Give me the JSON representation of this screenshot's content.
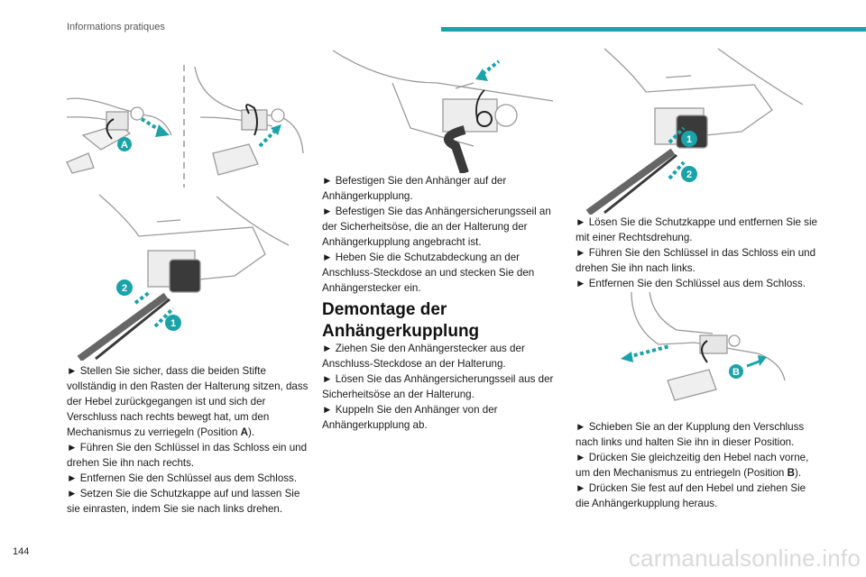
{
  "header": {
    "title": "Informations pratiques"
  },
  "page_number": "144",
  "watermark": "carmanualsonline.info",
  "colors": {
    "accent": "#1aa3a8",
    "badge": "#1aa3a8"
  },
  "badges": {
    "a": "A",
    "b": "B",
    "one": "1",
    "two": "2"
  },
  "left_column": {
    "items": [
      "► Stellen Sie sicher, dass die beiden Stifte vollständig in den Rasten der Halterung sitzen, dass der Hebel zurückgegangen ist und sich der Verschluss nach rechts bewegt hat, um den Mechanismus zu verriegeln (Position ",
      "► Führen Sie den Schlüssel in das Schloss ein und drehen Sie ihn nach rechts.",
      "► Entfernen Sie den Schlüssel aus dem Schloss.",
      "► Setzen Sie die Schutzkappe auf und lassen Sie sie einrasten, indem Sie sie nach links drehen."
    ],
    "pos_letter": "A",
    "pos_suffix": ")."
  },
  "middle_column": {
    "items": [
      "► Befestigen Sie den Anhänger auf der Anhängerkupplung.",
      "► Befestigen Sie das Anhängersicherungsseil an der Sicherheitsöse, die an der Halterung der Anhängerkupplung angebracht ist.",
      "► Heben Sie die Schutzabdeckung an der Anschluss-Steckdose an und stecken Sie den Anhängerstecker ein."
    ],
    "section_title": "Demontage der Anhängerkupplung",
    "section_items": [
      "► Ziehen Sie den Anhängerstecker aus der Anschluss-Steckdose an der Halterung.",
      "► Lösen Sie das Anhängersicherungsseil aus der Sicherheitsöse an der Halterung.",
      "► Kuppeln Sie den Anhänger von der Anhängerkupplung ab."
    ]
  },
  "right_column": {
    "items": [
      "► Lösen Sie die Schutzkappe und entfernen Sie sie mit einer Rechtsdrehung.",
      "► Führen Sie den Schlüssel in das Schloss ein und drehen Sie ihn nach links.",
      "► Entfernen Sie den Schlüssel aus dem Schloss."
    ],
    "items2": [
      "► Schieben Sie an der Kupplung den Verschluss nach links und halten Sie ihn in dieser Position.",
      "► Drücken Sie gleichzeitig den Hebel nach vorne, um den Mechanismus zu entriegeln (Position ",
      "► Drücken Sie fest auf den Hebel und ziehen Sie die Anhängerkupplung heraus."
    ],
    "pos_letter": "B",
    "pos_suffix": ")."
  }
}
